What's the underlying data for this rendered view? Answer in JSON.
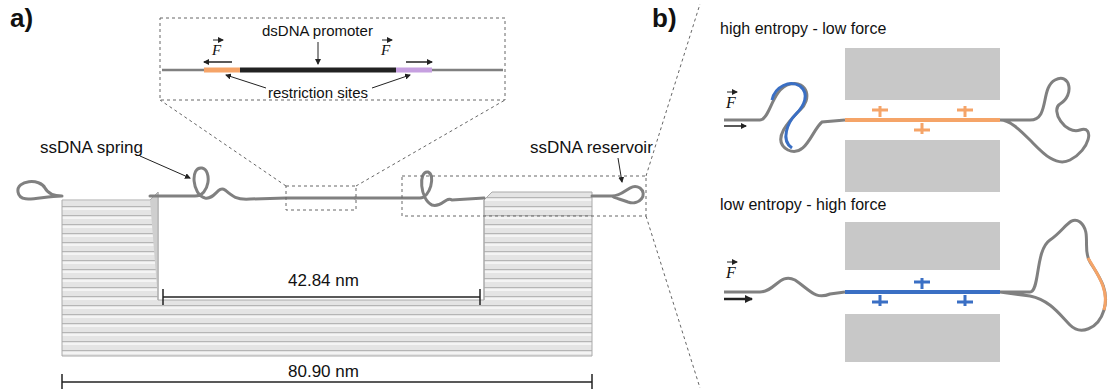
{
  "diagram": {
    "labels": [
      "a)",
      "dsDNA promoter",
      "F",
      "F",
      "restriction sites",
      "ssDNA spring",
      "ssDNA reservoir",
      "42.84 nm",
      "80.90 nm",
      "b)",
      "high entropy - low force",
      "F",
      "low entropy - high force",
      "F"
    ]
  }
}
